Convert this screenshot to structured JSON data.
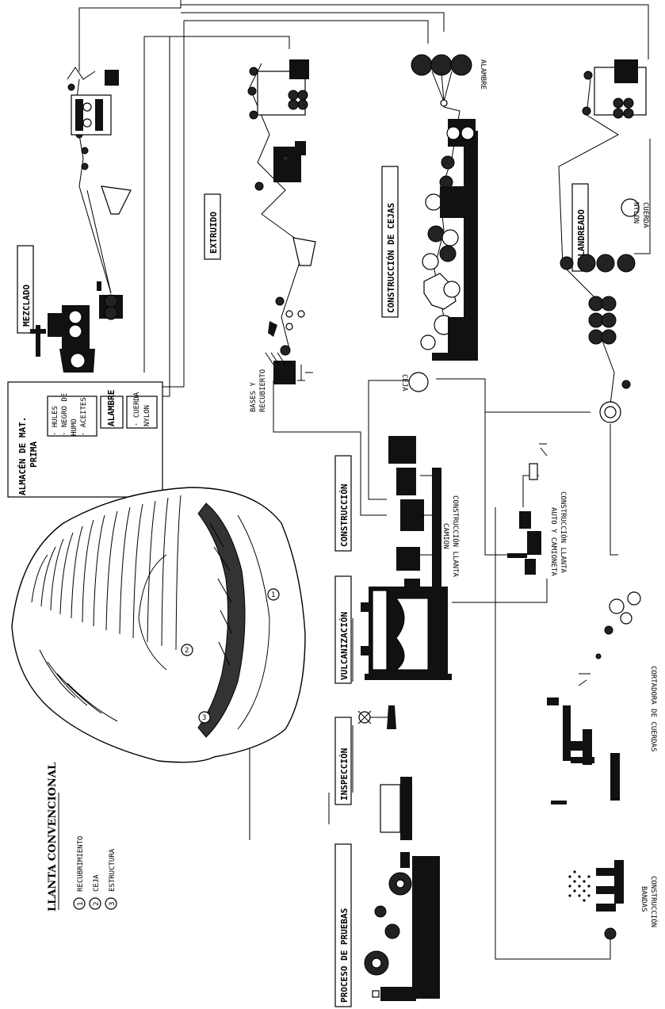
{
  "stations": {
    "mezclado": "MEZCLADO",
    "extruido": "EXTRUIDO",
    "construccion_cejas": "CONSTRUCCIÓN DE CEJAS",
    "calandreado": "CALANDREADO",
    "construccion": "CONSTRUCCIÓN",
    "vulcanizacion": "VULCANIZACIÓN",
    "inspeccion": "INSPECCIÓN",
    "proceso_pruebas": "PROCESO DE PRUEBAS"
  },
  "almacen": {
    "title_1": "ALMACÉN DE MAT.",
    "title_2": "PRIMA",
    "items": [
      "· HULES",
      "· NEGRO DE",
      "  HUMO",
      "· ACEITES"
    ],
    "alambre": "ALAMBRE",
    "cuerda_1": "· CUERDA",
    "cuerda_2": "  NYLON"
  },
  "labels": {
    "alambre": "ALAMBRE",
    "cuerda_nylon_1": "CUERDA",
    "cuerda_nylon_2": "NYLON",
    "bases_1": "BASES Y",
    "bases_2": "RECUBIERTO",
    "ceja": "CEJA",
    "camion_1": "CONSTRUCCIÓN LLANTA",
    "camion_2": "CAMION",
    "auto_1": "CONSTRUCCIÓN LLANTA",
    "auto_2": "AUTO Y CAMIONETA",
    "cortadora": "CORTADORA DE CUERDAS",
    "bandas_1": "CONSTRUCCIÓN",
    "bandas_2": "BANDAS"
  },
  "legend": {
    "title": "LLANTA CONVENCIONAL",
    "items": [
      {
        "num": "1",
        "text": "RECUBRIMIENTO"
      },
      {
        "num": "2",
        "text": "CEJA"
      },
      {
        "num": "3",
        "text": "ESTRUCTURA"
      }
    ]
  },
  "tire_marks": {
    "m1": "1",
    "m2": "2",
    "m3": "3"
  }
}
